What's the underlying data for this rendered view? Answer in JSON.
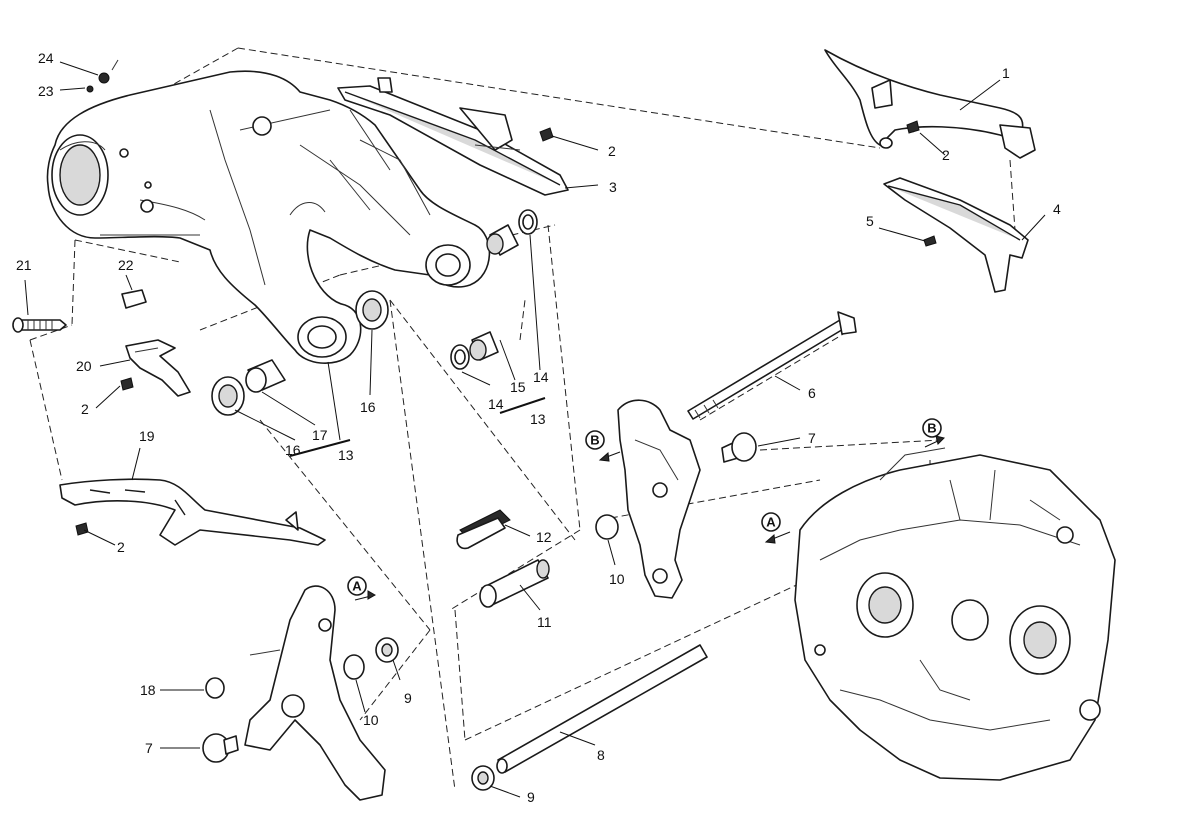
{
  "callouts": [
    {
      "text": "1"
    },
    {
      "text": "2"
    },
    {
      "text": "2"
    },
    {
      "text": "3"
    },
    {
      "text": "4"
    },
    {
      "text": "5"
    },
    {
      "text": "6"
    },
    {
      "text": "7"
    },
    {
      "text": "7"
    },
    {
      "text": "8"
    },
    {
      "text": "9"
    },
    {
      "text": "9"
    },
    {
      "text": "10"
    },
    {
      "text": "10"
    },
    {
      "text": "11"
    },
    {
      "text": "12"
    },
    {
      "text": "13"
    },
    {
      "text": "13"
    },
    {
      "text": "14"
    },
    {
      "text": "14"
    },
    {
      "text": "15"
    },
    {
      "text": "16"
    },
    {
      "text": "16"
    },
    {
      "text": "17"
    },
    {
      "text": "18"
    },
    {
      "text": "19"
    },
    {
      "text": "2"
    },
    {
      "text": "20"
    },
    {
      "text": "2"
    },
    {
      "text": "21"
    },
    {
      "text": "22"
    },
    {
      "text": "23"
    },
    {
      "text": "24"
    }
  ],
  "view_markers": [
    {
      "text": "A"
    },
    {
      "text": "A"
    },
    {
      "text": "B"
    },
    {
      "text": "B"
    }
  ]
}
